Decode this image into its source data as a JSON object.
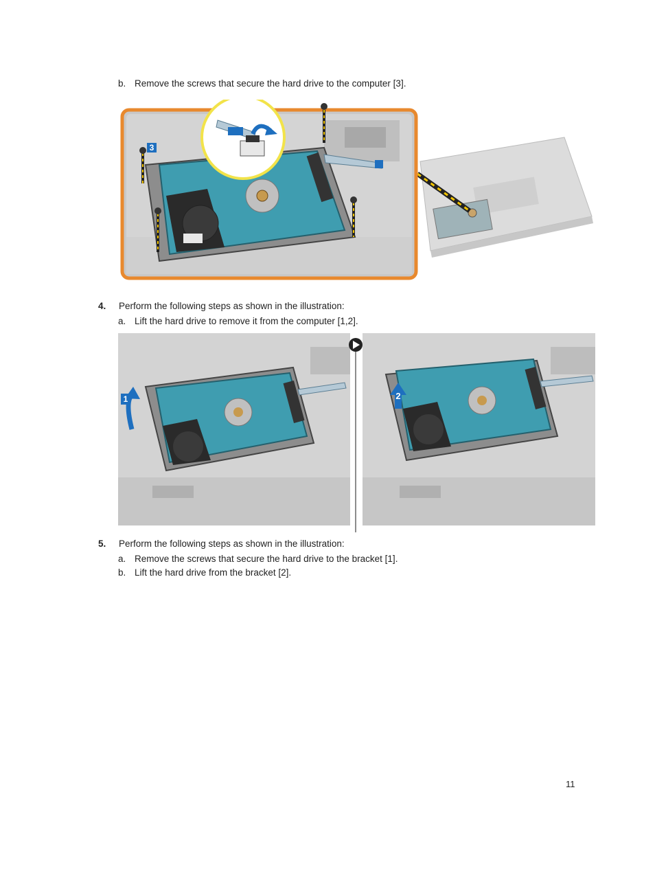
{
  "step3": {
    "sub_b_letter": "b.",
    "sub_b_text": "Remove the screws that secure the hard drive to the computer [3].",
    "callout_3": "3"
  },
  "step4": {
    "number": "4.",
    "text": "Perform the following steps as shown in the illustration:",
    "sub_a_letter": "a.",
    "sub_a_text": "Lift the hard drive to remove it from the computer [1,2].",
    "callout_1": "1",
    "callout_2": "2"
  },
  "step5": {
    "number": "5.",
    "text": "Perform the following steps as shown in the illustration:",
    "sub_a_letter": "a.",
    "sub_a_text": "Remove the screws that secure the hard drive to the bracket [1].",
    "sub_b_letter": "b.",
    "sub_b_text": "Lift the hard drive from the bracket [2]."
  },
  "page_number": "11",
  "colors": {
    "accent_orange": "#E8892E",
    "callout_blue": "#1E6FBF",
    "pcb_teal": "#3F9DB0"
  }
}
